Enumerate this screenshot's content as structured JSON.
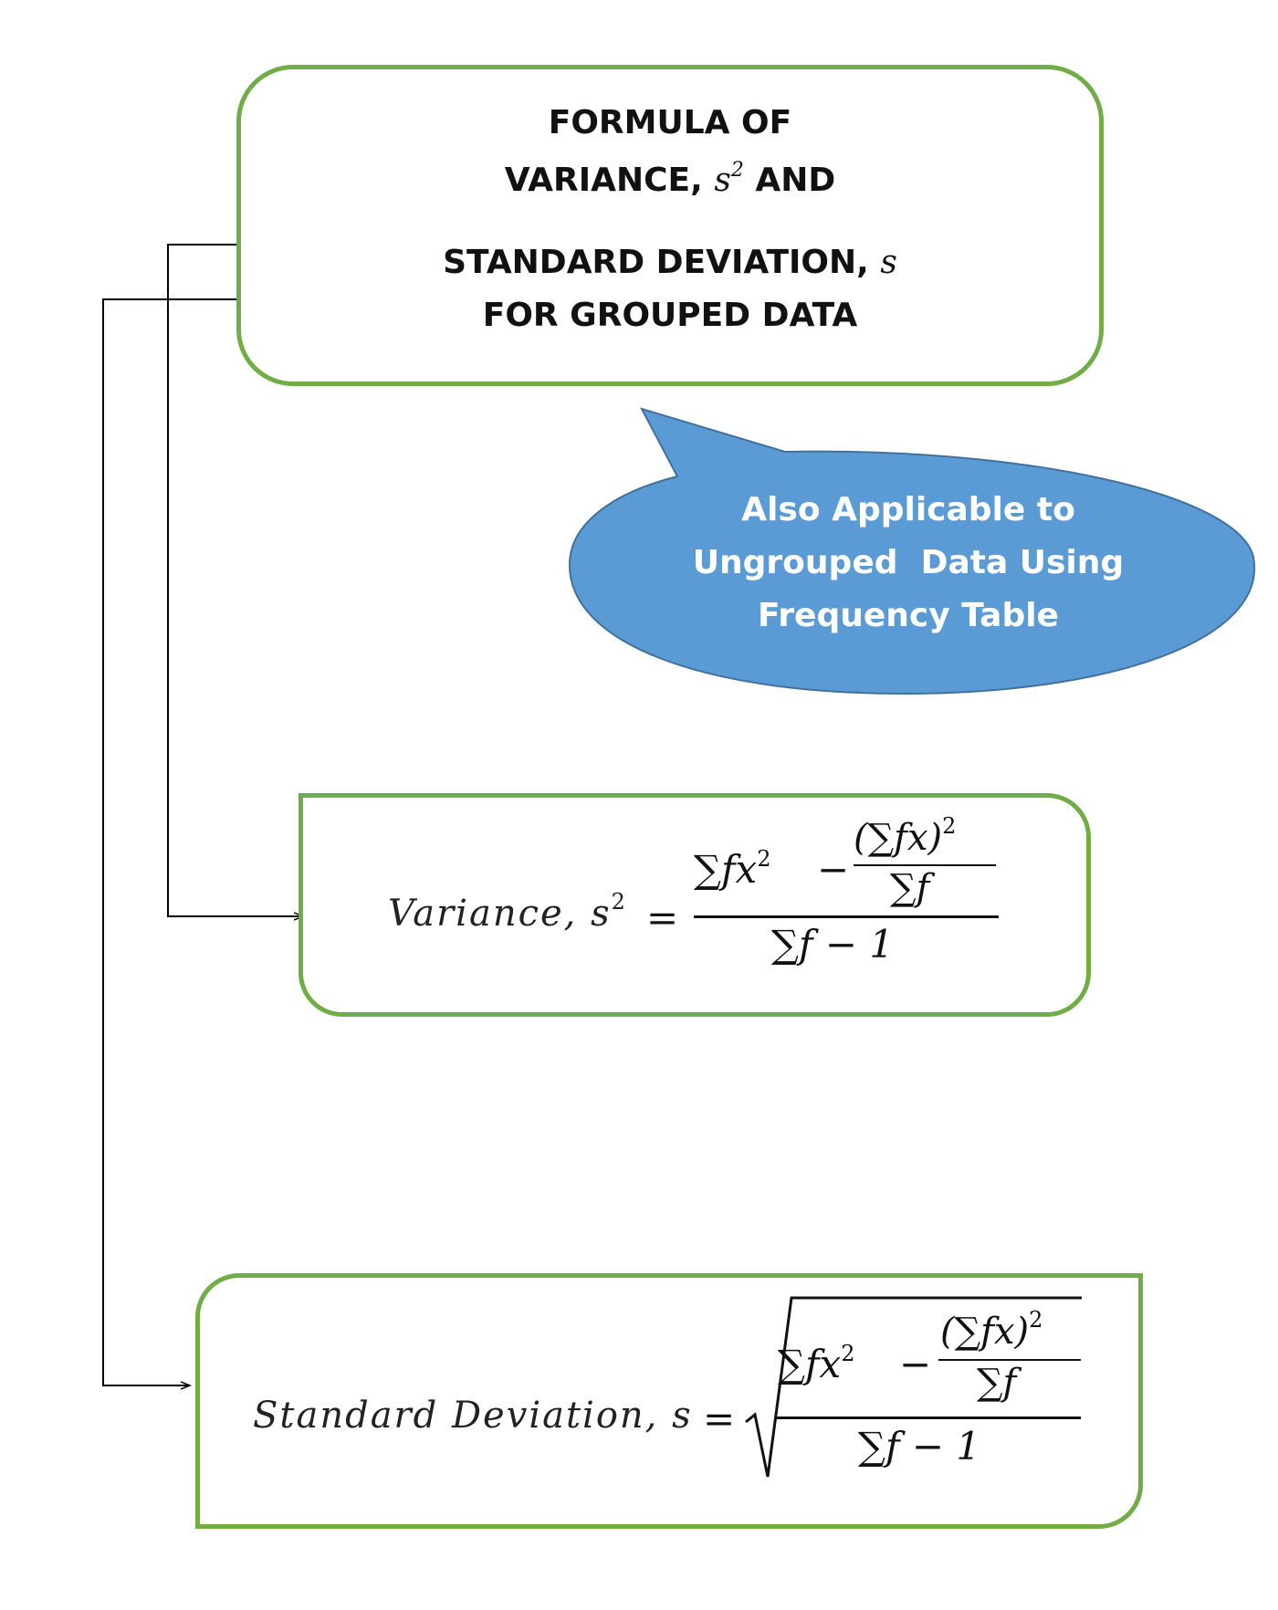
{
  "title": {
    "line1": "FORMULA OF",
    "line2_text": "VARIANCE, ",
    "line2_symbol": "s",
    "line2_exp": "2",
    "line2_tail": " AND",
    "line3_text": "STANDARD DEVIATION, ",
    "line3_symbol": "s",
    "line4": "FOR GROUPED DATA"
  },
  "callout": {
    "line1": "Also Applicable to",
    "line2": "Ungrouped  Data Using",
    "line3": "Frequency Table"
  },
  "variance": {
    "label": "Variance, s",
    "label_exp": "2",
    "equals": "=",
    "num_left": "∑fx",
    "num_left_exp": "2",
    "minus": "−",
    "inner_num": "(∑fx)",
    "inner_num_exp": "2",
    "inner_den": "∑f",
    "den": "∑f − 1"
  },
  "std_dev": {
    "label": "Standard Deviation, s",
    "equals": "=",
    "num_left": "∑fx",
    "num_left_exp": "2",
    "minus": "−",
    "inner_num": "(∑fx)",
    "inner_num_exp": "2",
    "inner_den": "∑f",
    "den": "∑f − 1"
  },
  "colors": {
    "box_border": "#71ad47",
    "callout_fill": "#5b9bd5",
    "callout_stroke": "#41719c",
    "callout_text": "#ffffff",
    "connector": "#000000"
  }
}
